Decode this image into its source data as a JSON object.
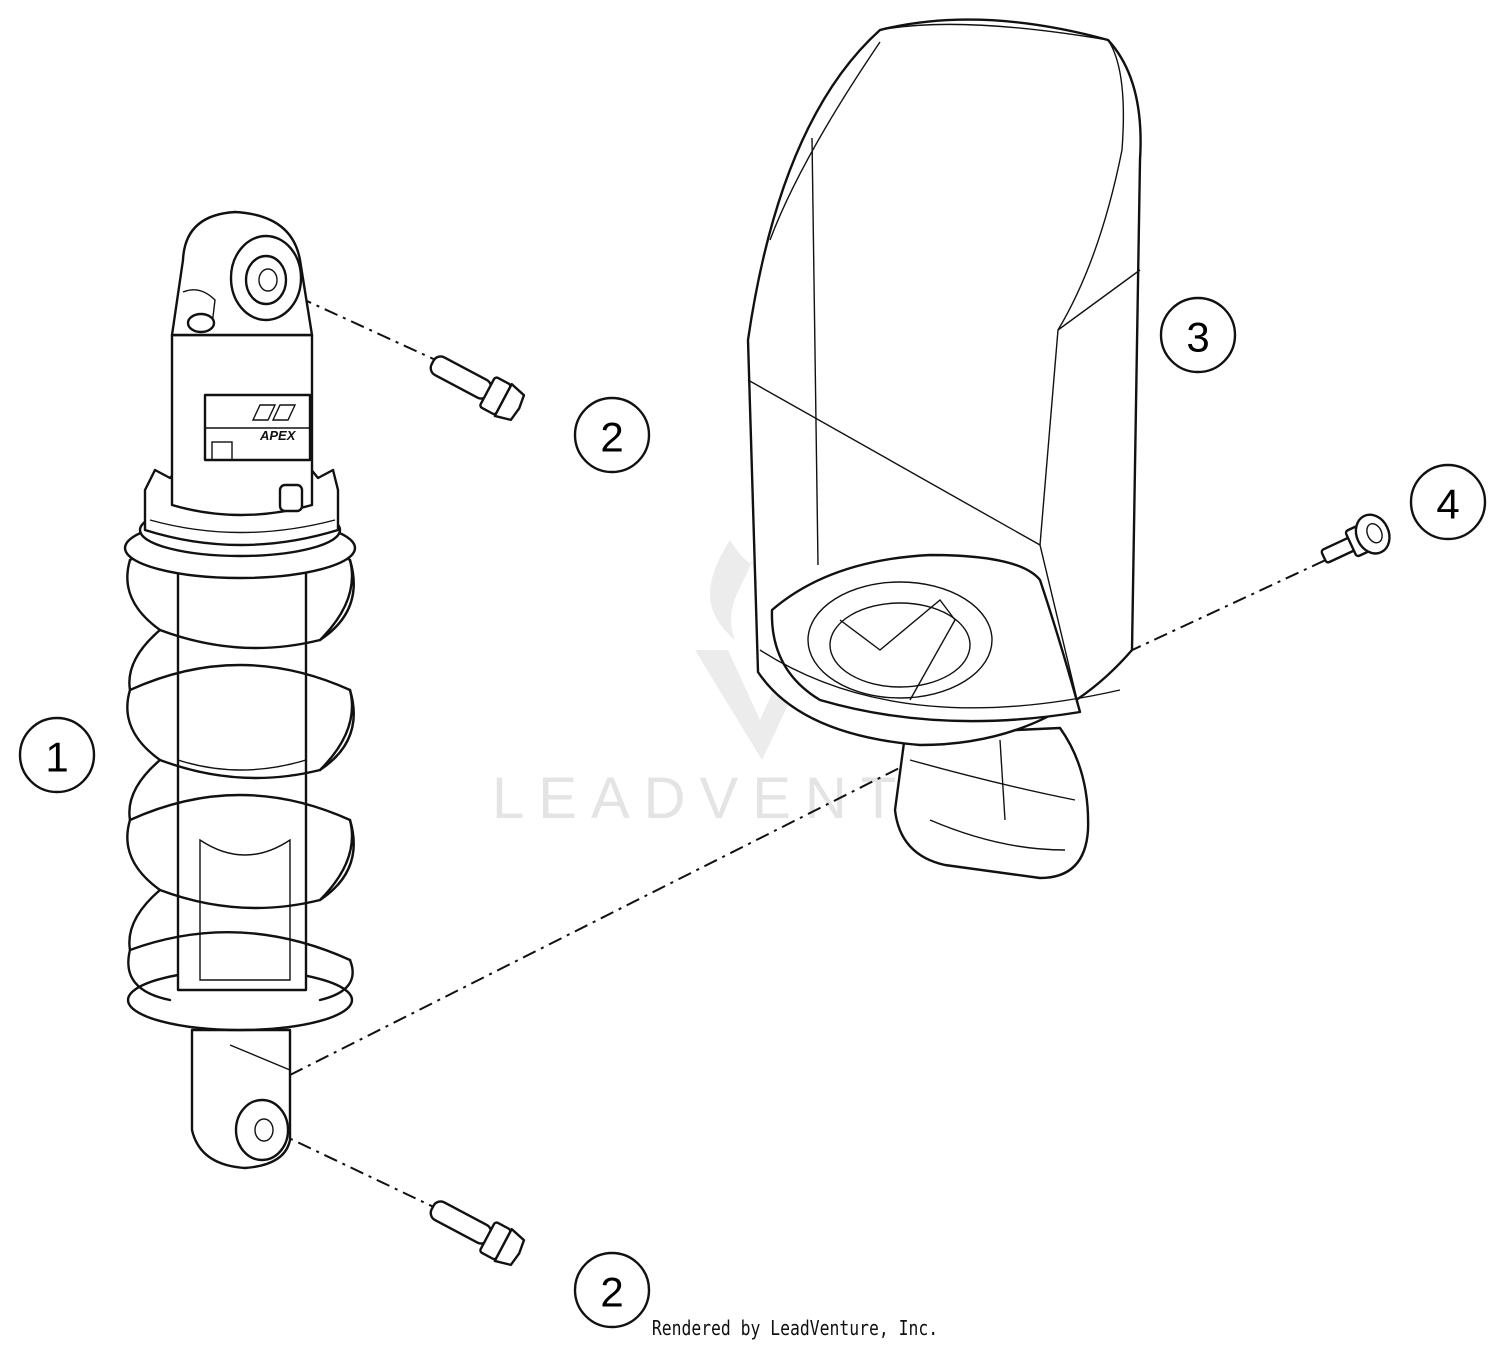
{
  "watermark": {
    "text": "LEADVENTURE"
  },
  "footer": {
    "text": "Rendered by LeadVenture, Inc."
  },
  "shock_label": {
    "text": "APEX"
  },
  "callouts": [
    {
      "id": "shock-absorber",
      "number": "1"
    },
    {
      "id": "bolt-upper",
      "number": "2"
    },
    {
      "id": "mud-guard",
      "number": "3"
    },
    {
      "id": "screw",
      "number": "4"
    },
    {
      "id": "bolt-lower",
      "number": "2"
    }
  ]
}
